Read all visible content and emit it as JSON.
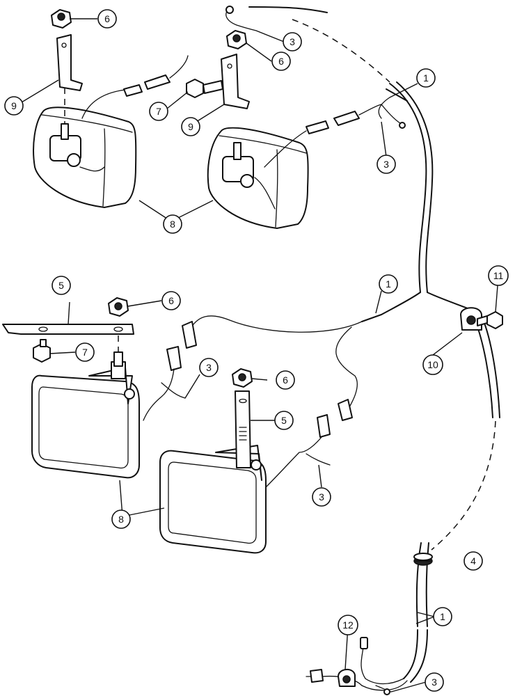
{
  "callouts": {
    "c1a": "1",
    "c1b": "1",
    "c1c": "1",
    "c3a": "3",
    "c3b": "3",
    "c3c": "3",
    "c3d": "3",
    "c3e": "3",
    "c4": "4",
    "c5a": "5",
    "c5b": "5",
    "c6a": "6",
    "c6b": "6",
    "c6c": "6",
    "c6d": "6",
    "c7a": "7",
    "c7b": "7",
    "c8a": "8",
    "c8b": "8",
    "c9a": "9",
    "c9b": "9",
    "c10": "10",
    "c11": "11",
    "c12": "12"
  },
  "colors": {
    "line": "#111111",
    "background": "#ffffff"
  }
}
